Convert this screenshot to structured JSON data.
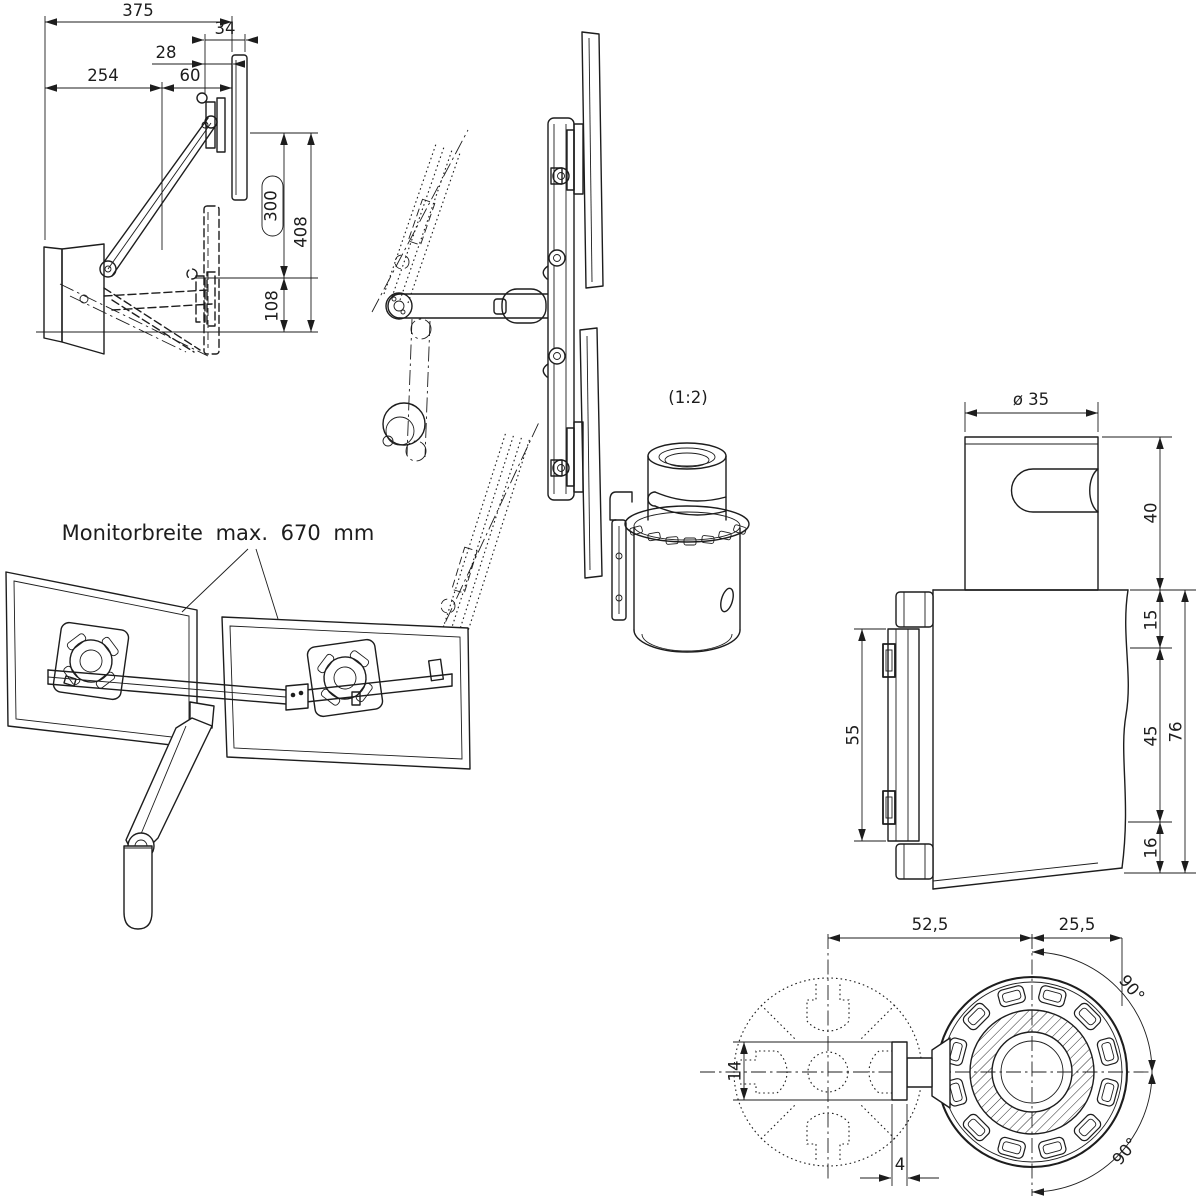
{
  "colors": {
    "background": "#ffffff",
    "line": "#1d1d1d"
  },
  "side_view": {
    "dims": {
      "total_depth": "375",
      "head_front": "34",
      "head_rear": "28",
      "arm_reach": "254",
      "head_offset": "60",
      "stroke_range": "300",
      "height_total": "408",
      "height_lower": "108"
    }
  },
  "detail_view": {
    "scale_label": "(1:2)"
  },
  "bracket_view": {
    "dims": {
      "diameter": "ø 35",
      "stub_height": "40",
      "seg_top": "15",
      "seg_mid": "45",
      "seg_bottom": "16",
      "total_height": "76",
      "rail_length": "55"
    }
  },
  "monitor_view": {
    "note": "Monitorbreite max. 670 mm"
  },
  "section_view": {
    "dims": {
      "offset_left": "52,5",
      "offset_right": "25,5",
      "swivel_top": "90°",
      "slot_height": "14",
      "slot_width": "4",
      "swivel_bottom": "90°"
    }
  }
}
